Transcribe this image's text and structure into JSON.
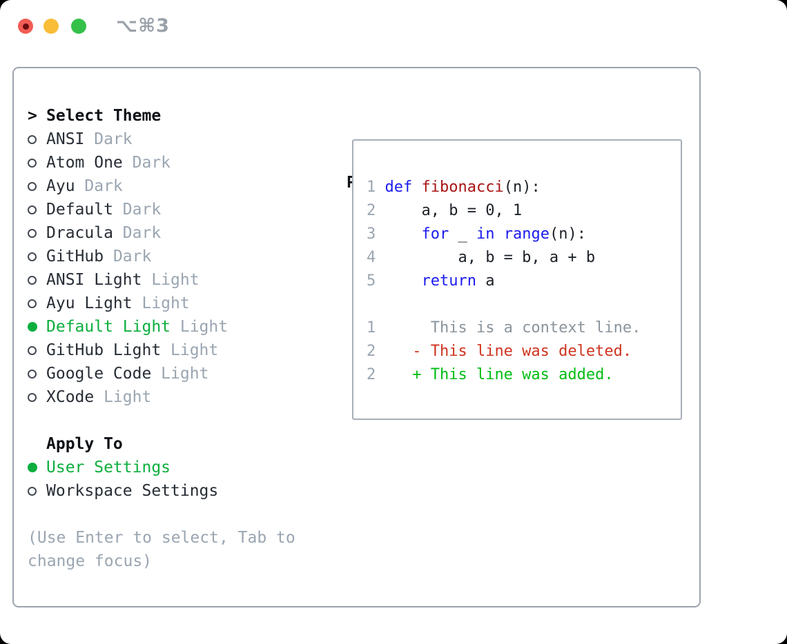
{
  "window": {
    "title": "⌥⌘3",
    "traffic_lights": {
      "close": "close-button",
      "minimize": "minimize-button",
      "zoom": "zoom-button"
    }
  },
  "theme_panel": {
    "prompt": ">",
    "title": "Select Theme",
    "items": [
      {
        "name": "ANSI",
        "variant": "Dark",
        "selected": false
      },
      {
        "name": "Atom One",
        "variant": "Dark",
        "selected": false
      },
      {
        "name": "Ayu",
        "variant": "Dark",
        "selected": false
      },
      {
        "name": "Default",
        "variant": "Dark",
        "selected": false
      },
      {
        "name": "Dracula",
        "variant": "Dark",
        "selected": false
      },
      {
        "name": "GitHub",
        "variant": "Dark",
        "selected": false
      },
      {
        "name": "ANSI Light",
        "variant": "Light",
        "selected": false
      },
      {
        "name": "Ayu Light",
        "variant": "Light",
        "selected": false
      },
      {
        "name": "Default Light",
        "variant": "Light",
        "selected": true
      },
      {
        "name": "GitHub Light",
        "variant": "Light",
        "selected": false
      },
      {
        "name": "Google Code",
        "variant": "Light",
        "selected": false
      },
      {
        "name": "XCode",
        "variant": "Light",
        "selected": false
      }
    ],
    "apply_to": {
      "title": "Apply To",
      "options": [
        {
          "label": "User Settings",
          "selected": true
        },
        {
          "label": "Workspace Settings",
          "selected": false
        }
      ]
    },
    "hint": "(Use Enter to select, Tab to change focus)"
  },
  "preview": {
    "title": "Preview",
    "lines": [
      [
        {
          "t": "1 ",
          "c": "ln"
        },
        {
          "t": "def ",
          "c": "kw"
        },
        {
          "t": "fibonacci",
          "c": "fn"
        },
        {
          "t": "(n):",
          "c": "pl"
        }
      ],
      [
        {
          "t": "2 ",
          "c": "ln"
        },
        {
          "t": "    a, b = 0, 1",
          "c": "pl"
        }
      ],
      [
        {
          "t": "3 ",
          "c": "ln"
        },
        {
          "t": "    ",
          "c": "pl"
        },
        {
          "t": "for",
          "c": "kw"
        },
        {
          "t": " _ ",
          "c": "pl"
        },
        {
          "t": "in",
          "c": "kw"
        },
        {
          "t": " ",
          "c": "pl"
        },
        {
          "t": "range",
          "c": "kw"
        },
        {
          "t": "(n):",
          "c": "pl"
        }
      ],
      [
        {
          "t": "4 ",
          "c": "ln"
        },
        {
          "t": "        a, b = b, a + b",
          "c": "pl"
        }
      ],
      [
        {
          "t": "5 ",
          "c": "ln"
        },
        {
          "t": "    ",
          "c": "pl"
        },
        {
          "t": "return",
          "c": "kw"
        },
        {
          "t": " a",
          "c": "pl"
        }
      ],
      [],
      [
        {
          "t": "1 ",
          "c": "ln"
        },
        {
          "t": "     This is a context line.",
          "c": "ctx"
        }
      ],
      [
        {
          "t": "2 ",
          "c": "ln"
        },
        {
          "t": "   - This line was deleted.",
          "c": "del"
        }
      ],
      [
        {
          "t": "2 ",
          "c": "ln"
        },
        {
          "t": "   + This line was added.",
          "c": "add"
        }
      ]
    ]
  },
  "colors": {
    "selected_green": "#0cae3e",
    "added_green": "#00bd13",
    "deleted_red": "#cf3420",
    "keyword_blue": "#1b1bef",
    "function_red": "#a81414",
    "muted_gray": "#9aa5b1",
    "panel_border": "#9ba3ad",
    "traffic_red": "#f25c55",
    "traffic_yellow": "#f9bd38",
    "traffic_green": "#34c14a"
  }
}
